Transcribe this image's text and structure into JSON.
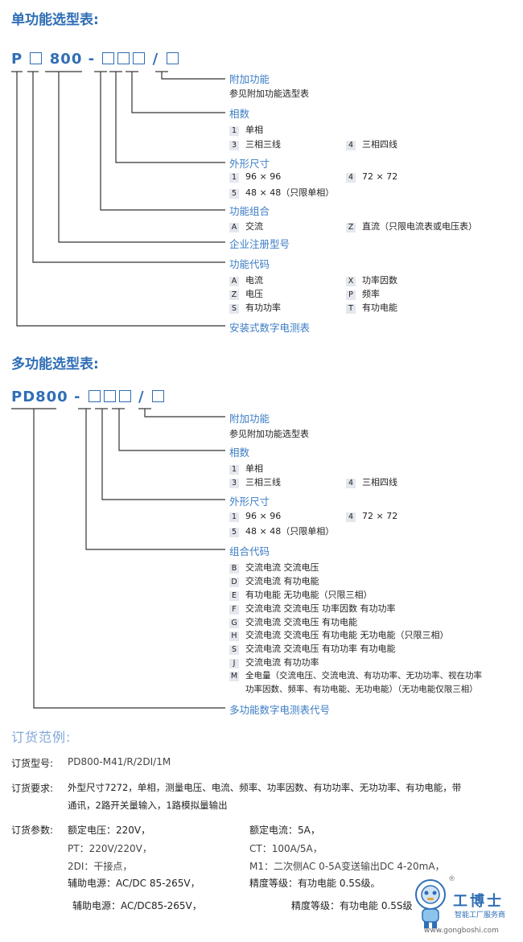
{
  "single": {
    "title": "单功能选型表:",
    "code": {
      "p": "P",
      "n800": "800",
      "dash": "-",
      "slash": "/"
    },
    "attach": {
      "label": "附加功能",
      "note": "参见附加功能选型表"
    },
    "phase": {
      "label": "相数",
      "opts": [
        {
          "k": "1",
          "v": "单相"
        },
        {
          "k": "3",
          "v": "三相三线"
        },
        {
          "k": "4",
          "v": "三相四线"
        }
      ]
    },
    "size": {
      "label": "外形尺寸",
      "opts": [
        {
          "k": "1",
          "v": "96 × 96"
        },
        {
          "k": "4",
          "v": "72 × 72"
        },
        {
          "k": "5",
          "v": "48 × 48（只限单相）"
        }
      ]
    },
    "combo": {
      "label": "功能组合",
      "opts": [
        {
          "k": "A",
          "v": "交流"
        },
        {
          "k": "Z",
          "v": "直流（只限电流表或电压表）"
        }
      ]
    },
    "reg": {
      "label": "企业注册型号"
    },
    "func": {
      "label": "功能代码",
      "opts": [
        {
          "k": "A",
          "v": "电流"
        },
        {
          "k": "X",
          "v": "功率因数"
        },
        {
          "k": "Z",
          "v": "电压"
        },
        {
          "k": "P",
          "v": "频率"
        },
        {
          "k": "S",
          "v": "有功功率"
        },
        {
          "k": "T",
          "v": "有功电能"
        }
      ]
    },
    "install": {
      "label": "安装式数字电测表"
    }
  },
  "multi": {
    "title": "多功能选型表:",
    "code": {
      "pd": "PD800",
      "dash": "-",
      "slash": "/"
    },
    "attach": {
      "label": "附加功能",
      "note": "参见附加功能选型表"
    },
    "phase": {
      "label": "相数",
      "opts": [
        {
          "k": "1",
          "v": "单相"
        },
        {
          "k": "3",
          "v": "三相三线"
        },
        {
          "k": "4",
          "v": "三相四线"
        }
      ]
    },
    "size": {
      "label": "外形尺寸",
      "opts": [
        {
          "k": "1",
          "v": "96 × 96"
        },
        {
          "k": "4",
          "v": "72 × 72"
        },
        {
          "k": "5",
          "v": "48 × 48（只限单相）"
        }
      ]
    },
    "combo": {
      "label": "组合代码",
      "opts": [
        {
          "k": "B",
          "v": "交流电流  交流电压"
        },
        {
          "k": "D",
          "v": "交流电流  有功电能"
        },
        {
          "k": "E",
          "v": "有功电能  无功电能（只限三相）"
        },
        {
          "k": "F",
          "v": "交流电流  交流电压  功率因数  有功功率"
        },
        {
          "k": "G",
          "v": "交流电流  交流电压  有功电能"
        },
        {
          "k": "H",
          "v": "交流电流  交流电压  有功电能  无功电能（只限三相）"
        },
        {
          "k": "S",
          "v": "交流电流  交流电压  有功功率  有功电能"
        },
        {
          "k": "J",
          "v": "交流电流  有功功率"
        },
        {
          "k": "M",
          "v": "全电量（交流电压、交流电流、有功功率、无功功率、视在功率"
        },
        {
          "k": "",
          "v": "功率因数、频率、有功电能、无功电能）（无功电能仅限三相）"
        }
      ]
    },
    "meter": {
      "label": "多功能数字电测表代号"
    }
  },
  "order": {
    "title": "订货范例:",
    "model_label": "订货型号:",
    "model_value": "PD800-M41/R/2DI/1M",
    "req_label": "订货要求:",
    "req_line1": "外型尺寸7272，单相，测量电压、电流、频率、功率因数、有功功率、无功功率、有功电能，带",
    "req_line2": "通讯，2路开关量输入，1路模拟量输出",
    "param_label": "订货参数:",
    "p1l": "额定电压：220V，",
    "p1r": "额定电流：5A，",
    "p2l": "PT：220V/220V，",
    "p2r": "CT：100A/5A，",
    "p3l": "2DI：干接点，",
    "p3r": "M1：二次侧AC 0-5A变送输出DC 4-20mA，",
    "p4l": "辅助电源：AC/DC 85-265V，",
    "p4r": "精度等级：有功电能 0.5S级。",
    "p5l": "辅助电源：AC/DC85-265V，",
    "p5r": "精度等级：有功电能 0.5S级"
  },
  "watermark": {
    "brand": "工博士",
    "slogan": "智能工厂服务商",
    "url": "www.gongboshi.com",
    "reg": "®"
  },
  "colors": {
    "accent": "#2f6eb5",
    "label": "#3c7dc4",
    "badge": "#e4e8ee",
    "line": "#222222"
  }
}
